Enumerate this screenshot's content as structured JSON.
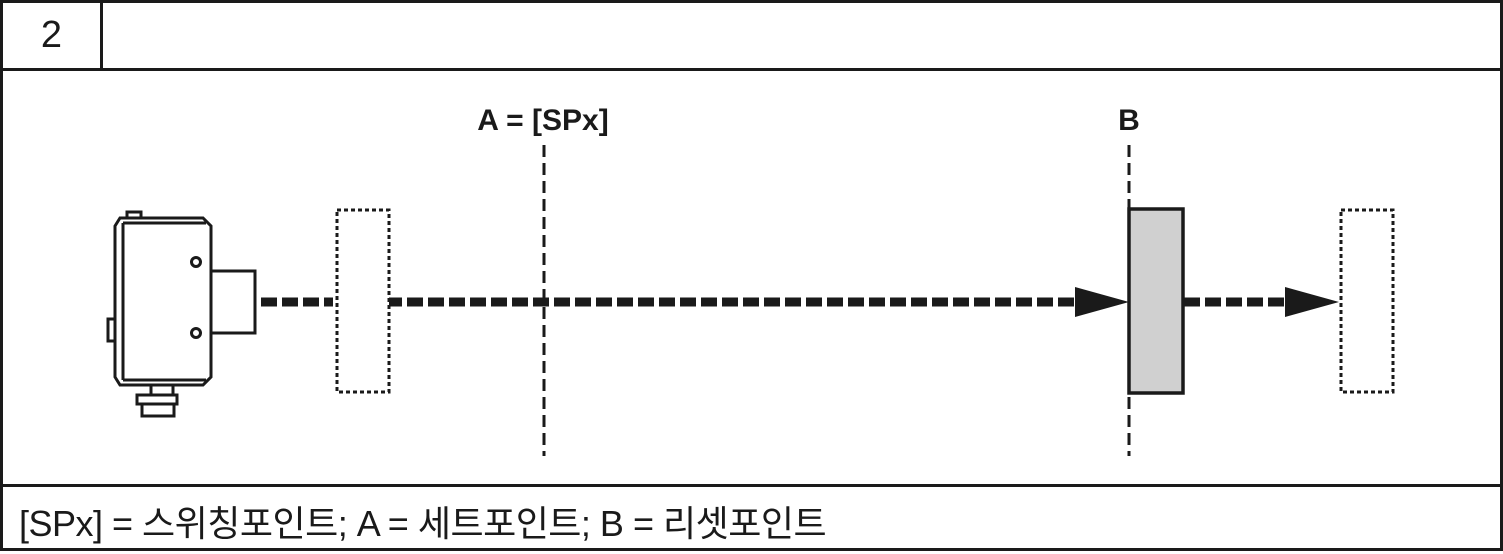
{
  "step_number": "2",
  "header_title": "",
  "diagram": {
    "label_a": "A = [SPx]",
    "label_b": "B"
  },
  "legend": "[SPx] = 스위칭포인트; A = 세트포인트; B = 리셋포인트",
  "colors": {
    "line": "#1a1a1a",
    "target_fill": "#d0d0d0",
    "background": "#ffffff"
  }
}
